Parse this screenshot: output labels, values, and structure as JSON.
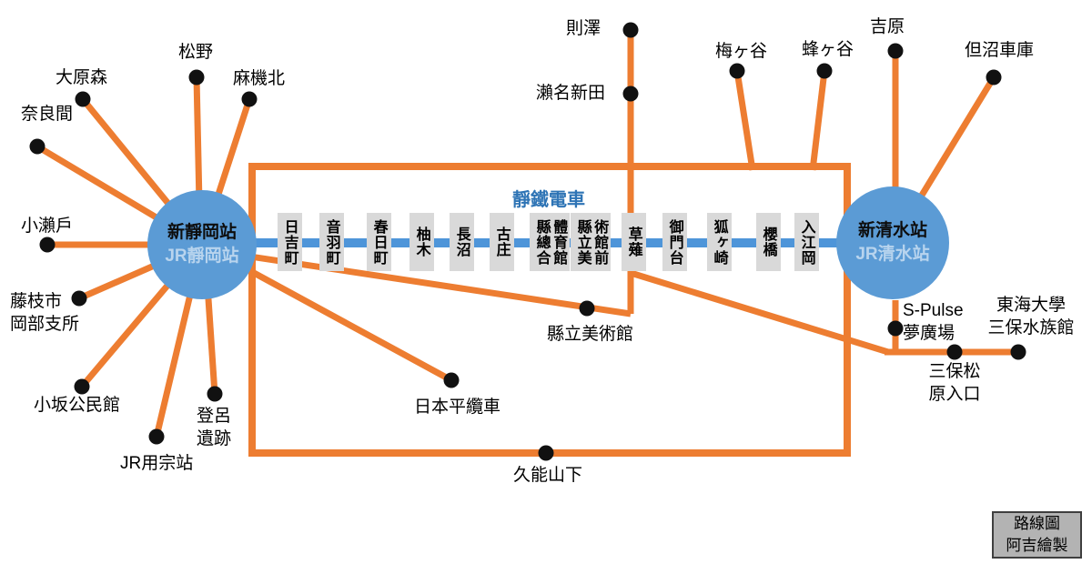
{
  "map": {
    "railway_label": "靜鐵電車",
    "hubs": {
      "shin_shizuoka": {
        "line1": "新靜岡站",
        "line2": "JR靜岡站"
      },
      "shin_shimizu": {
        "line1": "新清水站",
        "line2": "JR清水站"
      }
    },
    "stations": [
      {
        "c1": "日吉町"
      },
      {
        "c1": "音羽町"
      },
      {
        "c1": "春日町"
      },
      {
        "c1": "柚木"
      },
      {
        "c1": "長沼"
      },
      {
        "c1": "古庄"
      },
      {
        "c1": "縣總合",
        "c2": "體育館"
      },
      {
        "c1": "縣立美",
        "c2": "術館前"
      },
      {
        "c1": "草薙"
      },
      {
        "c1": "御門台"
      },
      {
        "c1": "狐ヶ崎"
      },
      {
        "c1": "櫻橋"
      },
      {
        "c1": "入江岡"
      }
    ],
    "stops": {
      "narama": "奈良間",
      "oharamori": "大原森",
      "matsuno": "松野",
      "asabatakita": "麻機北",
      "koseto": "小瀨戶",
      "fujieda_okabe": "藤枝市\n岡部支所",
      "kosaka": "小坂公民館",
      "jr_mochimune": "JR用宗站",
      "toro": "登呂\n遺跡",
      "nihondaira": "日本平纜車",
      "kenritsu_bijutsukan": "縣立美術館",
      "kunozan": "久能山下",
      "nozawa": "則澤",
      "sena_shinden": "瀨名新田",
      "umegaya": "梅ヶ谷",
      "hachigaya": "蜂ヶ谷",
      "yoshiwara": "吉原",
      "tadanuma": "但沼車庫",
      "s_pulse": "S-Pulse\n夢廣場",
      "miho_matsubara": "三保松\n原入口",
      "tokai_aquarium": "東海大學\n三保水族館"
    },
    "credit": "路線圖\n阿吉繪製",
    "colors": {
      "route_orange": "#ED7D31",
      "rail_blue": "#4E95D9",
      "hub_circle_blue": "#5B9BD5",
      "hub_sub_text_blue": "#B8D4EE",
      "rail_label_blue": "#2E74B5",
      "station_box_gray": "#D9D9D9",
      "credit_box_gray": "#B3B3B3",
      "stop_dot_black": "#111111"
    }
  }
}
